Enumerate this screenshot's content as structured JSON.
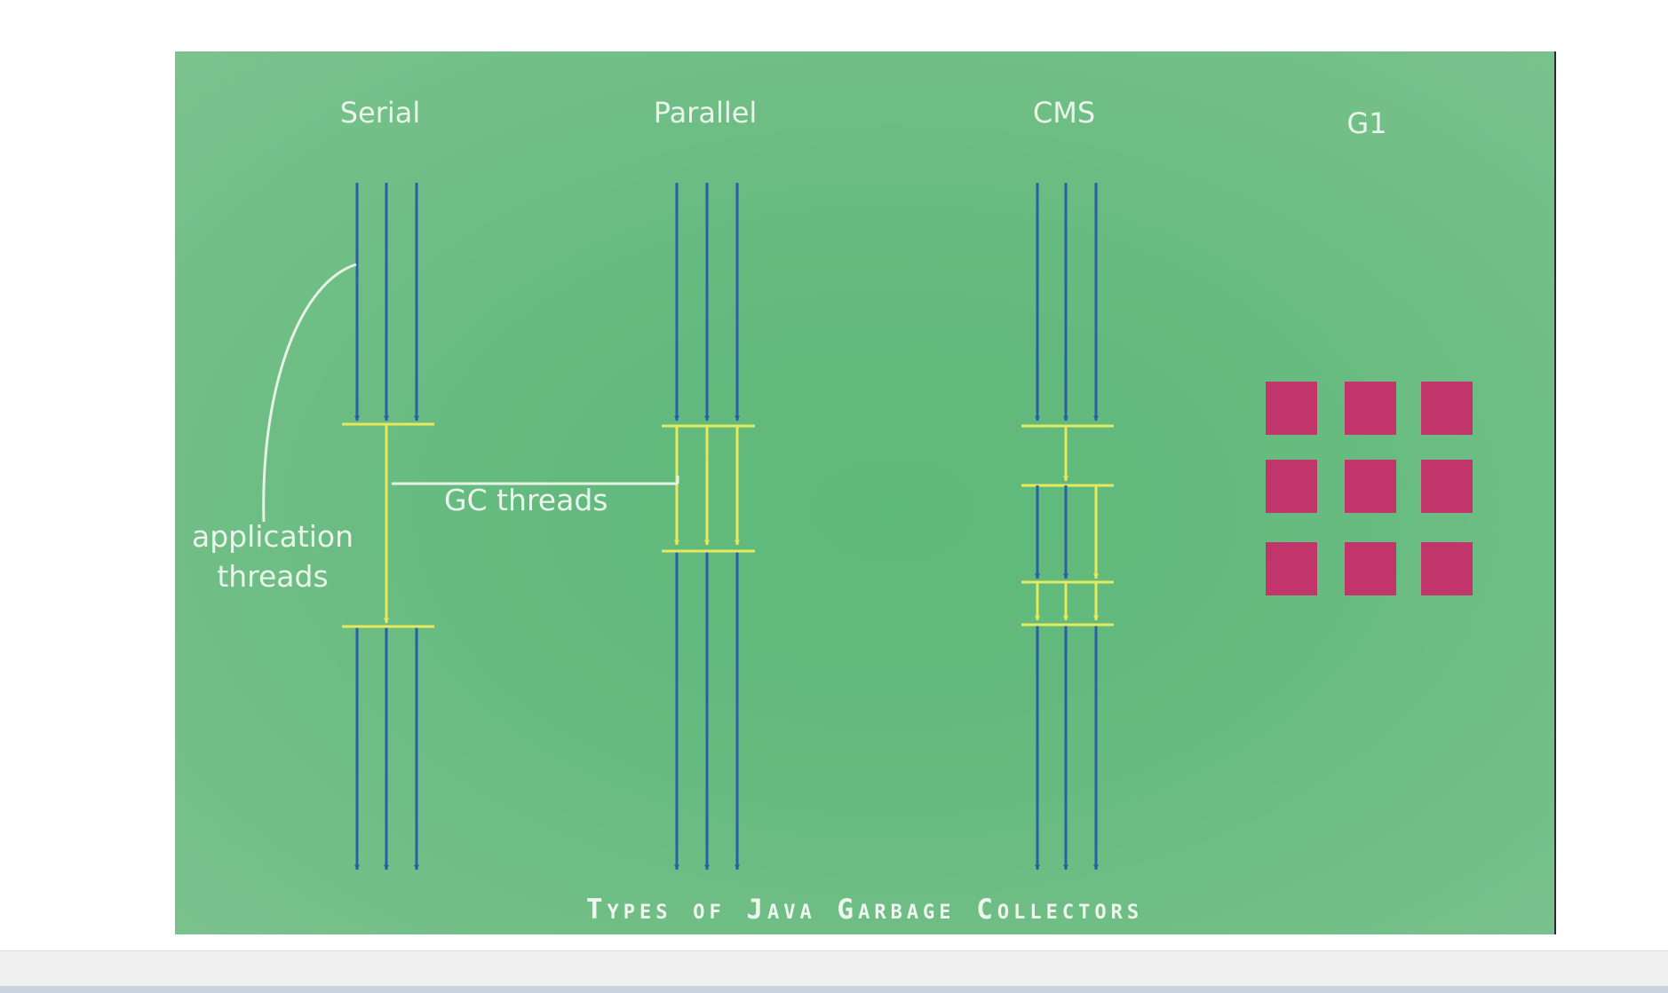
{
  "columns": [
    {
      "id": "serial",
      "title": "Serial"
    },
    {
      "id": "parallel",
      "title": "Parallel"
    },
    {
      "id": "cms",
      "title": "CMS"
    },
    {
      "id": "g1",
      "title": "G1"
    }
  ],
  "annotations": {
    "application_threads": "application\nthreads",
    "gc_threads": "GC threads"
  },
  "caption": "Types of Java Garbage Collectors",
  "colors": {
    "app_thread": "#2a5fa8",
    "gc_thread": "#e8e85c",
    "g1_region": "#c2356a",
    "annotation_line": "#e6f2e6"
  },
  "g1_grid": {
    "rows": 3,
    "cols": 3
  }
}
